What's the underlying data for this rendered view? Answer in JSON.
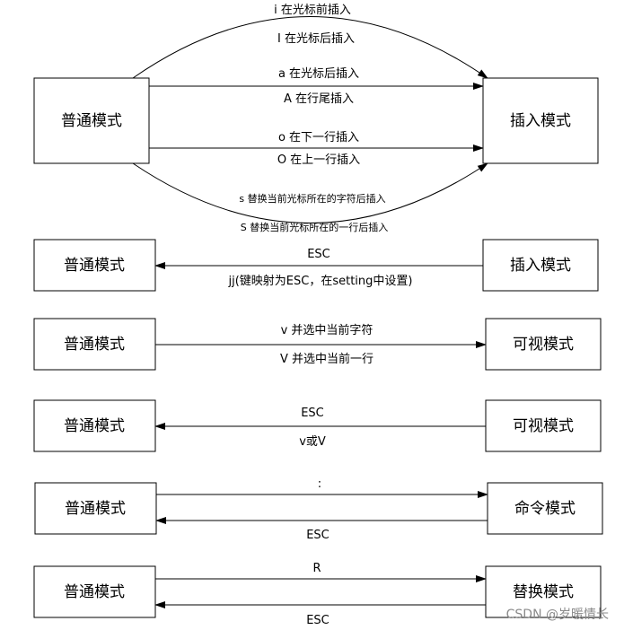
{
  "diagram1": {
    "normal_mode": "普通模式",
    "insert_mode": "插入模式",
    "arc_top_label_1": "i 在光标前插入",
    "arc_top_label_2": "I 在光标后插入",
    "line1_label_above": "a 在光标后插入",
    "line1_label_below": "A 在行尾插入",
    "line2_label_above": "o 在下一行插入",
    "line2_label_below": "O 在上一行插入",
    "arc_bottom_label_1": "s 替换当前光标所在的字符后插入",
    "arc_bottom_label_2": "S 替换当前光标所在的一行后插入"
  },
  "diagram2": {
    "left": "普通模式",
    "right": "插入模式",
    "label_above": "ESC",
    "label_below": "jj(键映射为ESC，在setting中设置)"
  },
  "diagram3": {
    "left": "普通模式",
    "right": "可视模式",
    "label_above": "v 并选中当前字符",
    "label_below": "V 并选中当前一行"
  },
  "diagram4": {
    "left": "普通模式",
    "right": "可视模式",
    "label_above": "ESC",
    "label_below": "v或V"
  },
  "diagram5": {
    "left": "普通模式",
    "right": "命令模式",
    "label_above": ":",
    "label_below": "ESC"
  },
  "diagram6": {
    "left": "普通模式",
    "right": "替换模式",
    "label_above": "R",
    "label_below": "ESC"
  },
  "watermark": "CSDN @岁暖情长"
}
